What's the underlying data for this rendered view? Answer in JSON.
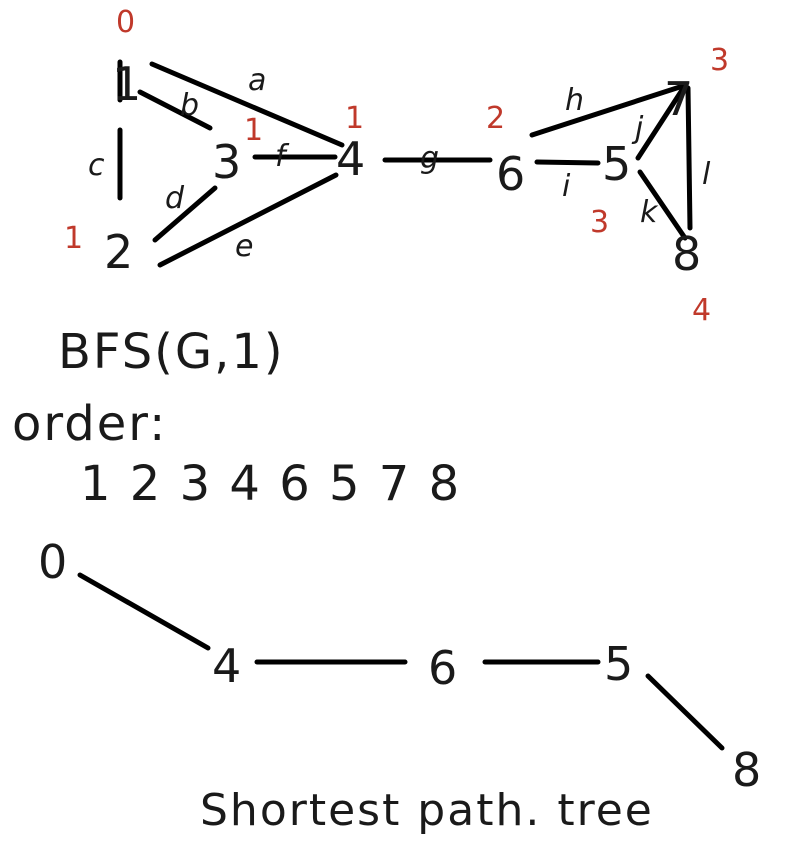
{
  "graph": {
    "nodes": {
      "n1": "1",
      "n2": "2",
      "n3": "3",
      "n4": "4",
      "n5": "5",
      "n6": "6",
      "n7": "7",
      "n8": "8"
    },
    "edges": {
      "a": "a",
      "b": "b",
      "c": "c",
      "d": "d",
      "e": "e",
      "f": "f",
      "g": "g",
      "h": "h",
      "i": "i",
      "j": "j",
      "k": "k",
      "l": "l"
    },
    "distances": {
      "n1": "0",
      "n2": "1",
      "n3": "1",
      "n4": "1",
      "n6": "2",
      "n5": "3",
      "n7": "3",
      "n8": "4"
    }
  },
  "bfs": {
    "call": "BFS(G,1)",
    "order_label": "order:",
    "order_sequence": "1 2 3 4 6 5 7 8"
  },
  "tree": {
    "nodes": {
      "t0": "0",
      "t4": "4",
      "t6": "6",
      "t5": "5",
      "t8": "8"
    },
    "caption": "Shortest path. tree"
  }
}
